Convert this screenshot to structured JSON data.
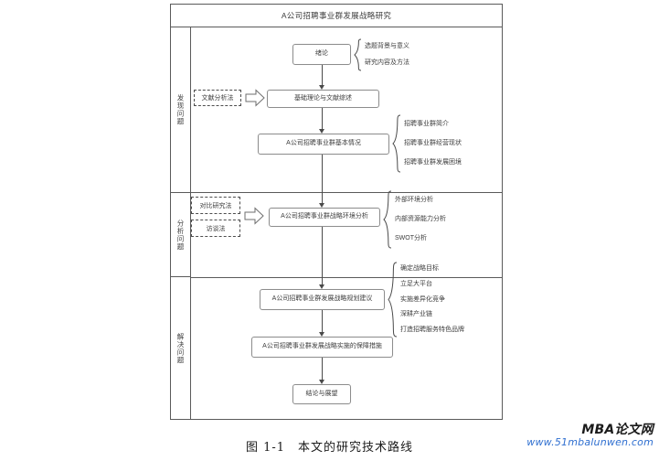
{
  "figure": {
    "title": "A公司招聘事业群发展战略研究",
    "caption_number": "图 1-1",
    "caption_text": "本文的研究技术路线"
  },
  "stages": [
    {
      "label": "发现问题"
    },
    {
      "label": "分析问题"
    },
    {
      "label": "解决问题"
    }
  ],
  "methods": [
    {
      "label": "文献分析法"
    },
    {
      "label": "对比研究法"
    },
    {
      "label": "访谈法"
    }
  ],
  "nodes": [
    {
      "id": "intro",
      "label": "绪论"
    },
    {
      "id": "theory",
      "label": "基础理论与文献综述"
    },
    {
      "id": "basic",
      "label": "A公司招聘事业群基本情况"
    },
    {
      "id": "env",
      "label": "A公司招聘事业群战略环境分析"
    },
    {
      "id": "planning",
      "label": "A公司招聘事业群发展战略规划建议"
    },
    {
      "id": "safeguard",
      "label": "A公司招聘事业群发展战略实施的保障措施"
    },
    {
      "id": "conclusion",
      "label": "结论与展望"
    }
  ],
  "brace_lists": [
    {
      "id": "intro-items",
      "items": [
        "选题背景与意义",
        "研究内容及方法"
      ]
    },
    {
      "id": "basic-items",
      "items": [
        "招聘事业群简介",
        "招聘事业群经营现状",
        "招聘事业群发展困境"
      ]
    },
    {
      "id": "env-items",
      "items": [
        "外部环境分析",
        "内部资源能力分析",
        "SWOT分析"
      ]
    },
    {
      "id": "planning-items",
      "items": [
        "确定战略目标",
        "立足大平台",
        "实施差异化竞争",
        "深耕产业链",
        "打造招聘服务特色品牌"
      ]
    }
  ],
  "watermark": {
    "brand": "MBA论文网",
    "url": "www.51mbalunwen.com",
    "brand_color": "#1b1b1b",
    "url_color": "#2f6fd0"
  },
  "colors": {
    "frame": "#5a5a5a",
    "box_border": "#8d8d8d",
    "dashed_border": "#4d4d4d",
    "connector": "#4a4a4a",
    "text": "#3c3c3c"
  }
}
